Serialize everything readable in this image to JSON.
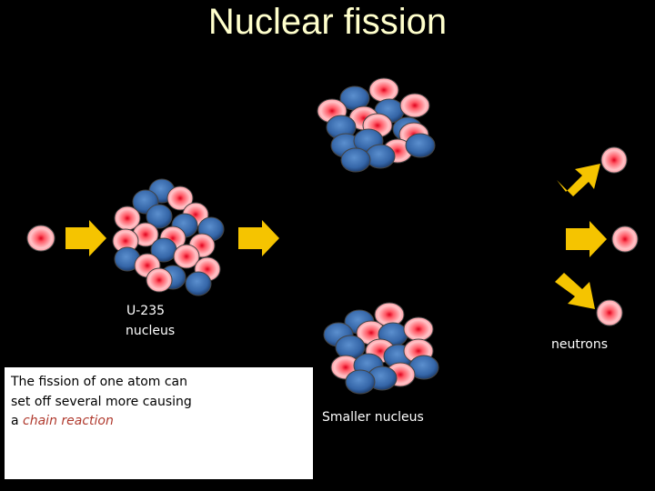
{
  "title": "Nuclear fission",
  "labels": {
    "u235_line1": "U-235",
    "u235_line2": "nucleus",
    "neutrons": "neutrons",
    "smaller_nucleus": "Smaller nucleus"
  },
  "info_box": {
    "text_line1": "The fission of one atom can",
    "text_line2": "set off several more causing",
    "text_line3_prefix": "a ",
    "text_emphasis": "chain reaction"
  },
  "colors": {
    "background": "#000000",
    "title": "#ffffcc",
    "proton": "#ff5a66",
    "neutron": "#3a6fb0",
    "arrow": "#f5c400",
    "emphasis": "#b03a2e"
  }
}
